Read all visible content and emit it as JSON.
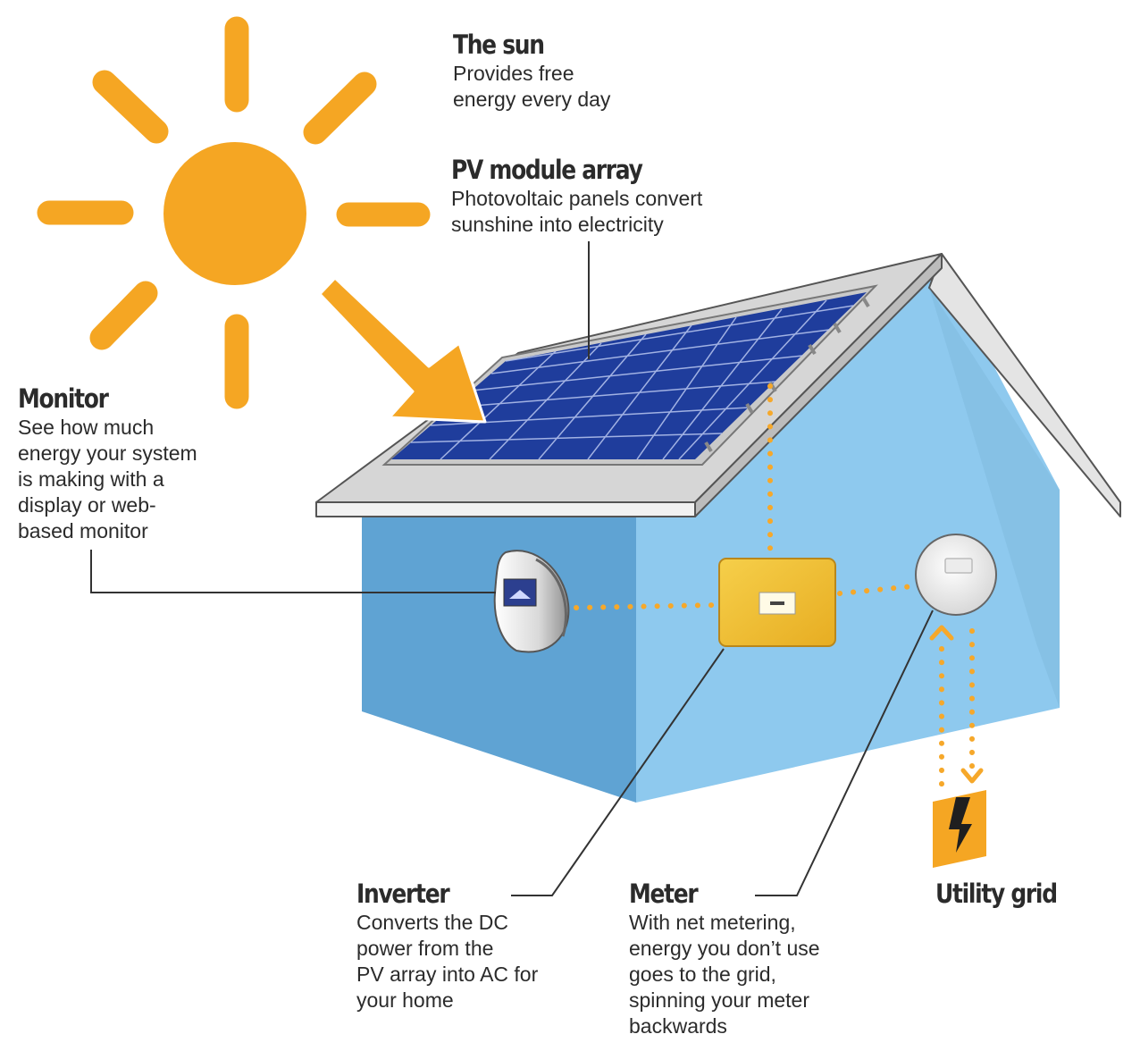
{
  "labels": {
    "sun": {
      "title": "The sun",
      "desc": "Provides free\nenergy every day"
    },
    "pv": {
      "title": "PV module array",
      "desc": "Photovoltaic panels convert\nsunshine into electricity"
    },
    "monitor": {
      "title": "Monitor",
      "desc": "See how much\nenergy your system\nis making with a\ndisplay or web-\nbased monitor"
    },
    "inverter": {
      "title": "Inverter",
      "desc": "Converts the DC\npower from the\nPV array into AC for\nyour home"
    },
    "meter": {
      "title": "Meter",
      "desc": "With net metering,\nenergy you don’t use\ngoes to the grid,\nspinning your meter\nbackwards"
    },
    "grid": {
      "title": "Utility grid"
    }
  },
  "icons": {
    "sun": "sun-icon",
    "arrow": "sunlight-arrow-icon",
    "panel": "solar-panel-icon",
    "monitor": "monitor-device-icon",
    "inverter": "inverter-box-icon",
    "meter": "electric-meter-icon",
    "grid": "lightning-bolt-icon"
  },
  "colors": {
    "sun": "#f5a623",
    "flow": "#f6a82a",
    "wall_front": "#5fa3d3",
    "wall_side": "#8ec9ee",
    "roof": "#d6d6d6",
    "panel": "#1f3d9c",
    "inverter": "#f1c233",
    "text": "#2b2b2b"
  }
}
